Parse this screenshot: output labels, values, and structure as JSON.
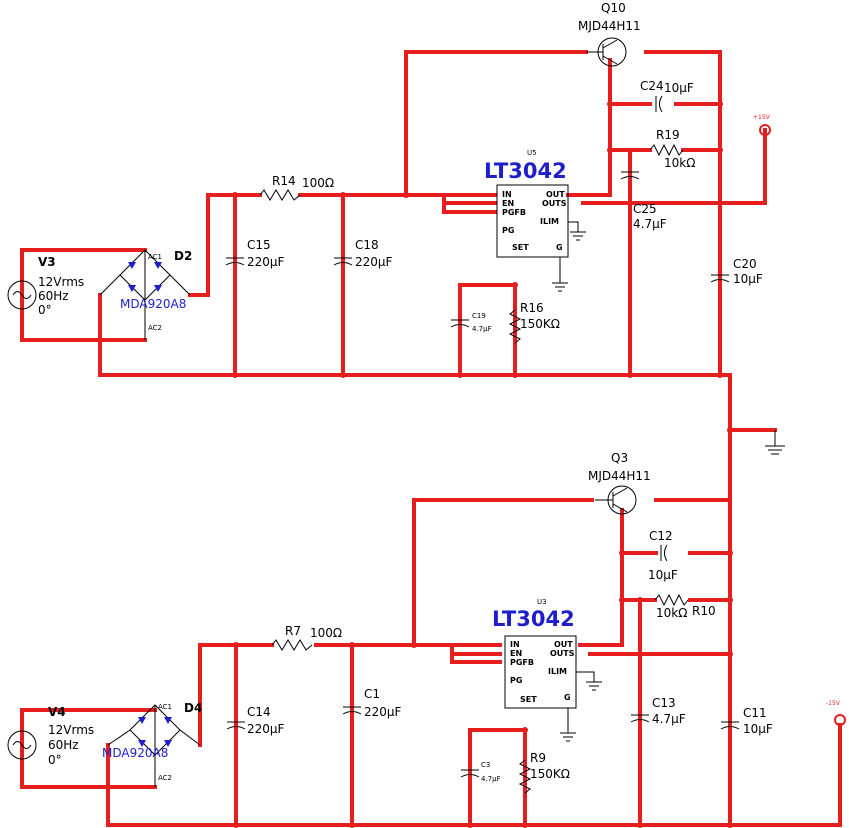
{
  "upper": {
    "source": {
      "ref": "V3",
      "voltage": "12Vrms",
      "freq": "60Hz",
      "phase": "0°"
    },
    "bridge": {
      "ref": "D2",
      "part": "MDA920A8",
      "pin_ac1": "AC1",
      "pin_ac2": "AC2"
    },
    "resistor_in": {
      "ref": "R14",
      "value": "100Ω"
    },
    "cap_a": {
      "ref": "C15",
      "value": "220µF"
    },
    "cap_b": {
      "ref": "C18",
      "value": "220µF"
    },
    "regulator": {
      "ref": "U5",
      "part": "LT3042"
    },
    "set_cap": {
      "ref": "C19",
      "value": "4.7µF"
    },
    "set_res": {
      "ref": "R16",
      "value": "150KΩ"
    },
    "transistor": {
      "ref": "Q10",
      "part": "MJD44H11"
    },
    "cap_c": {
      "ref": "C24",
      "value": "10µF"
    },
    "resistor_fb": {
      "ref": "R19",
      "value": "10kΩ"
    },
    "cap_d": {
      "ref": "C25",
      "value": "4.7µF"
    },
    "cap_out": {
      "ref": "C20",
      "value": "10µF"
    },
    "rail": "+15V"
  },
  "lower": {
    "source": {
      "ref": "V4",
      "voltage": "12Vrms",
      "freq": "60Hz",
      "phase": "0°"
    },
    "bridge": {
      "ref": "D4",
      "part": "MDA920A8",
      "pin_ac1": "AC1",
      "pin_ac2": "AC2"
    },
    "resistor_in": {
      "ref": "R7",
      "value": "100Ω"
    },
    "cap_a": {
      "ref": "C14",
      "value": "220µF"
    },
    "cap_b": {
      "ref": "C1",
      "value": "220µF"
    },
    "regulator": {
      "ref": "U3",
      "part": "LT3042"
    },
    "set_cap": {
      "ref": "C3",
      "value": "4.7µF"
    },
    "set_res": {
      "ref": "R9",
      "value": "150KΩ"
    },
    "transistor": {
      "ref": "Q3",
      "part": "MJD44H11"
    },
    "cap_c": {
      "ref": "C12",
      "value": "10µF"
    },
    "resistor_fb": {
      "ref": "R10",
      "value": "10kΩ"
    },
    "cap_d": {
      "ref": "C13",
      "value": "4.7µF"
    },
    "cap_out": {
      "ref": "C11",
      "value": "10µF"
    },
    "rail": "-15V"
  },
  "ic_pins": {
    "in": "IN",
    "en": "EN",
    "pgfb": "PGFB",
    "pg": "PG",
    "set": "SET",
    "out": "OUT",
    "outs": "OUTS",
    "ilim": "ILIM",
    "gnd": "G"
  },
  "colors": {
    "wire": "#e61e1e",
    "part": "#1e1ecc",
    "component": "#000000"
  }
}
